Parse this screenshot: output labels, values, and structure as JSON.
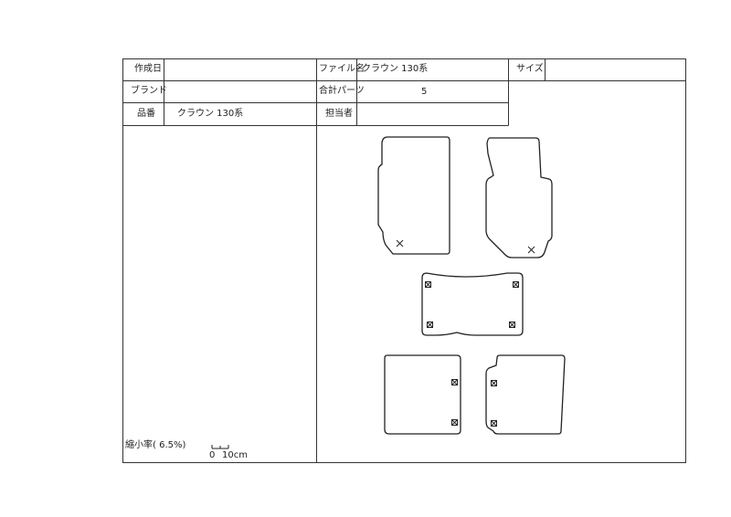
{
  "header": {
    "created_date_label": "作成日",
    "created_date_value": "",
    "file_name_label": "ファイル名",
    "file_name_value": "クラウン 130系",
    "size_label": "サイズ",
    "size_value": "",
    "brand_label": "ブランド",
    "brand_value": "",
    "total_parts_label": "合計パーツ",
    "total_parts_value": "5",
    "product_no_label": "品番",
    "product_no_value": "クラウン 130系",
    "person_label": "担当者",
    "person_value": ""
  },
  "scale": {
    "label": "縮小率( 6.5%)",
    "zero": "0",
    "ten": "10cm"
  },
  "drawing": {
    "mats": [
      "driver-mat",
      "passenger-mat",
      "rear-center-mat",
      "rear-left-mat",
      "rear-right-mat"
    ]
  }
}
